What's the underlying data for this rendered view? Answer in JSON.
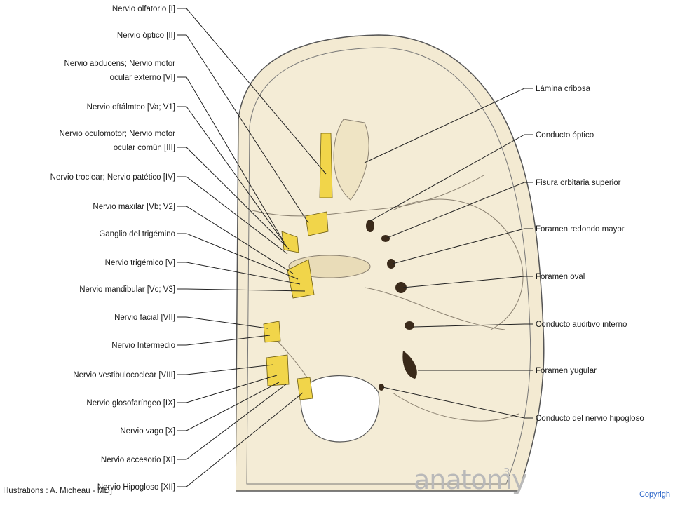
{
  "left_labels": [
    "Nervio olfatorio [I]",
    "Nervio óptico [II]",
    "Nervio abducens; Nervio motor",
    "ocular externo [VI]",
    "Nervio oftálmtco [Va; V1]",
    "Nervio oculomotor; Nervio motor",
    "ocular común [III]",
    "Nervio troclear; Nervio patético [IV]",
    "Nervio maxilar [Vb; V2]",
    "Ganglio del trigémino",
    "Nervio trigémico [V]",
    "Nervio mandibular [Vc; V3]",
    "Nervio facial [VII]",
    "Nervio Intermedio",
    "Nervio vestibulococlear [VIII]",
    "Nervio glosofaríngeo [IX]",
    "Nervio vago [X]",
    "Nervio accesorio [XI]",
    "Nervio Hipogloso [XII]"
  ],
  "right_labels": [
    "Lámina cribosa",
    "Conducto óptico",
    "Fisura orbitaria superior",
    "Foramen redondo mayor",
    "Foramen oval",
    "Conducto auditivo interno",
    "Foramen yugular",
    "Conducto del nervio hipogloso"
  ],
  "credit": "Illustrations : A. Micheau - MD]",
  "logo": {
    "text": "anatomy",
    "superscript": "3"
  },
  "copyright": "Copyrigh",
  "colors": {
    "bone": "#f3ead2",
    "bone_shade": "#e7dcbe",
    "nerve": "#f1d54a",
    "foramen": "#3a2a1a",
    "line": "#222222"
  }
}
